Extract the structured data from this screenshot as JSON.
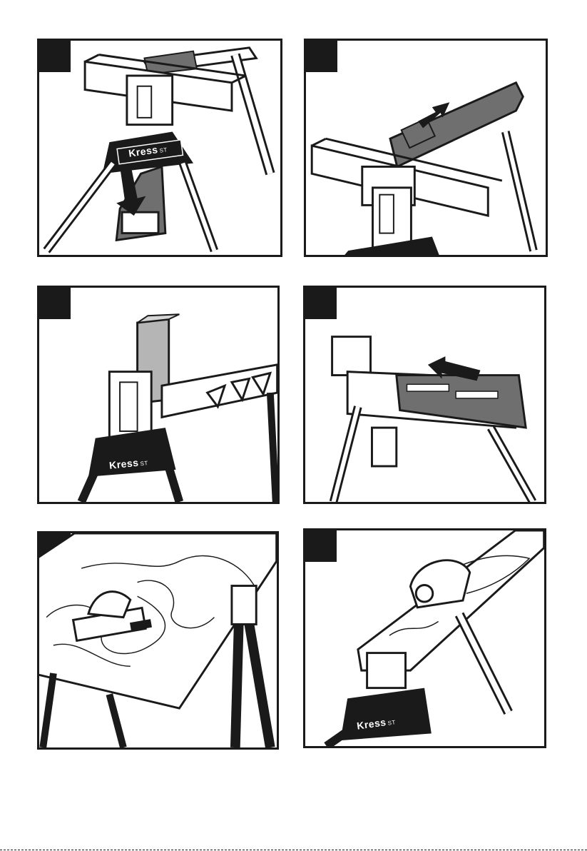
{
  "brand": {
    "logo_text": "Kress",
    "logo_sub": "ST"
  },
  "panels": [
    {
      "id": "panel-1",
      "description_icon": "fold-out-step-icon"
    },
    {
      "id": "panel-2",
      "description_icon": "slide-out-arm-icon"
    },
    {
      "id": "panel-3",
      "description_icon": "vertical-clamp-icon"
    },
    {
      "id": "panel-4",
      "description_icon": "retract-arm-icon"
    },
    {
      "id": "panel-5",
      "description_icon": "jigsaw-support-icon"
    },
    {
      "id": "panel-6",
      "description_icon": "planer-support-icon"
    }
  ],
  "colors": {
    "ink": "#1a1a1a",
    "part_grey": "#6f6f6f",
    "wood_light": "#f5f5f5"
  }
}
